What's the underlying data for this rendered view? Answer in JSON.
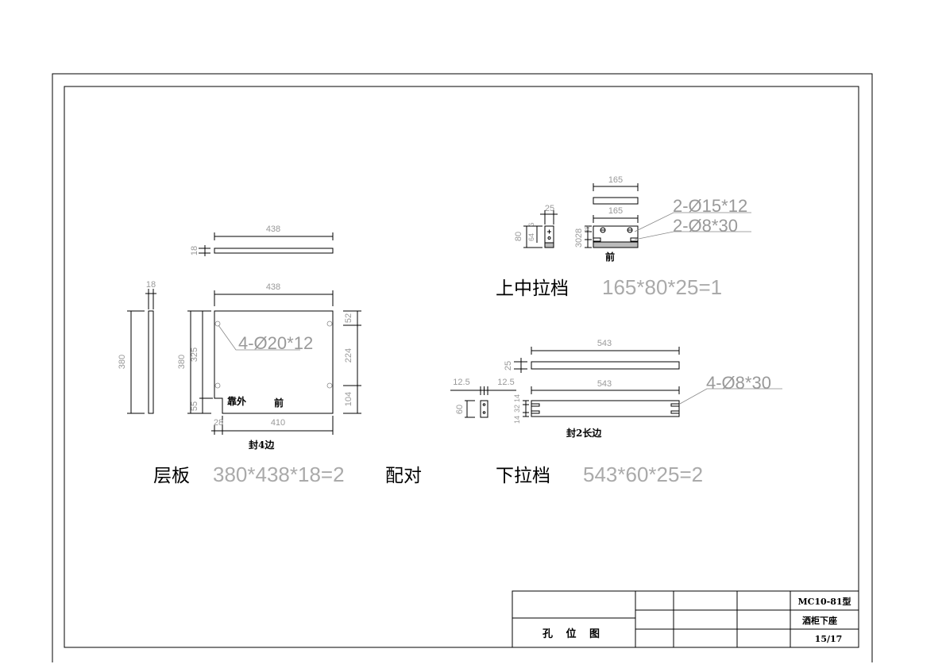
{
  "panel": {
    "title": "层板",
    "spec": "380*438*18=2",
    "pair_note": "配对",
    "dims": {
      "length": "438",
      "length2": "438",
      "thickness": "18",
      "thickness2": "18",
      "height": "380",
      "height2": "380",
      "inner": "325",
      "notch_h": "55",
      "notch_w": "28",
      "bottom": "410",
      "r1": "52",
      "r2": "224",
      "r3": "104"
    },
    "hole_label": "4-Ø20*12",
    "outside_label": "靠外",
    "front_label": "前",
    "edge_note": "封4边"
  },
  "upper_rail": {
    "title": "上中拉档",
    "spec": "165*80*25=1",
    "dims": {
      "top_len": "165",
      "front_len": "165",
      "width": "25",
      "height": "80",
      "side_inner": "64",
      "side_a": "6",
      "vd1": "30",
      "vd2": "28",
      "vd3": "38"
    },
    "hole_label_1": "2-Ø15*12",
    "hole_label_2": "2-Ø8*30",
    "front_label": "前"
  },
  "lower_rail": {
    "title": "下拉档",
    "spec": "543*60*25=2",
    "dims": {
      "top_len": "543",
      "front_len": "543",
      "thickness": "25",
      "height": "60",
      "left_off": "12.5",
      "right_off": "12.5",
      "v1": "14",
      "v2": "32",
      "v3": "14"
    },
    "hole_label": "4-Ø8*30",
    "edge_note": "封2长边"
  },
  "title_block": {
    "drawing_name": "孔 位 图",
    "model": "MC10-81型",
    "product": "酒柜下座",
    "sheet": "15/17"
  }
}
